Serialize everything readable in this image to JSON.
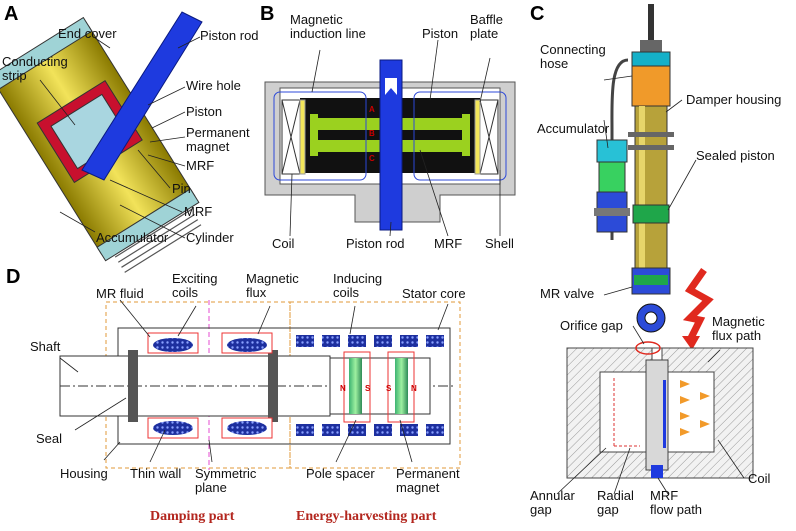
{
  "panels": {
    "a": {
      "letter": "A",
      "labels": {
        "end_cover": "End cover",
        "piston_rod": "Piston rod",
        "conducting_strip": "Conducting\nstrip",
        "wire_hole": "Wire hole",
        "piston": "Piston",
        "permanent_magnet": "Permanent\nmagnet",
        "mrf_1": "MRF",
        "pin": "Pin",
        "mrf_2": "MRF",
        "accumulator": "Accumulator",
        "cylinder": "Cylinder"
      }
    },
    "b": {
      "letter": "B",
      "labels": {
        "magnetic_induction_line": "Magnetic\ninduction line",
        "piston": "Piston",
        "baffle_plate": "Baffle\nplate",
        "coil": "Coil",
        "piston_rod": "Piston rod",
        "mrf": "MRF",
        "shell": "Shell",
        "marker_a": "A",
        "marker_b": "B",
        "marker_c": "C"
      }
    },
    "c": {
      "letter": "C",
      "labels": {
        "connecting_hose": "Connecting\nhose",
        "damper_housing": "Damper housing",
        "accumulator": "Accumulator",
        "sealed_piston": "Sealed piston",
        "mr_valve": "MR valve",
        "orifice_gap": "Orifice gap",
        "magnetic_flux_path": "Magnetic\nflux path",
        "coil": "Coil",
        "annular_gap": "Annular\ngap",
        "radial_gap": "Radial\ngap",
        "mrf_flow_path": "MRF\nflow path"
      }
    },
    "d": {
      "letter": "D",
      "labels": {
        "mr_fluid": "MR fluid",
        "exciting_coils": "Exciting\ncoils",
        "magnetic_flux": "Magnetic\nflux",
        "inducing_coils": "Inducing\ncoils",
        "stator_core": "Stator core",
        "shaft": "Shaft",
        "seal": "Seal",
        "housing": "Housing",
        "thin_wall": "Thin wall",
        "symmetric_plane": "Symmetric\nplane",
        "pole_spacer": "Pole spacer",
        "permanent_magnet": "Permanent\nmagnet",
        "damping_part": "Damping part",
        "energy_harvesting_part": "Energy-harvesting part",
        "n1": "N",
        "s1": "S",
        "s2": "S",
        "n2": "N"
      }
    }
  }
}
